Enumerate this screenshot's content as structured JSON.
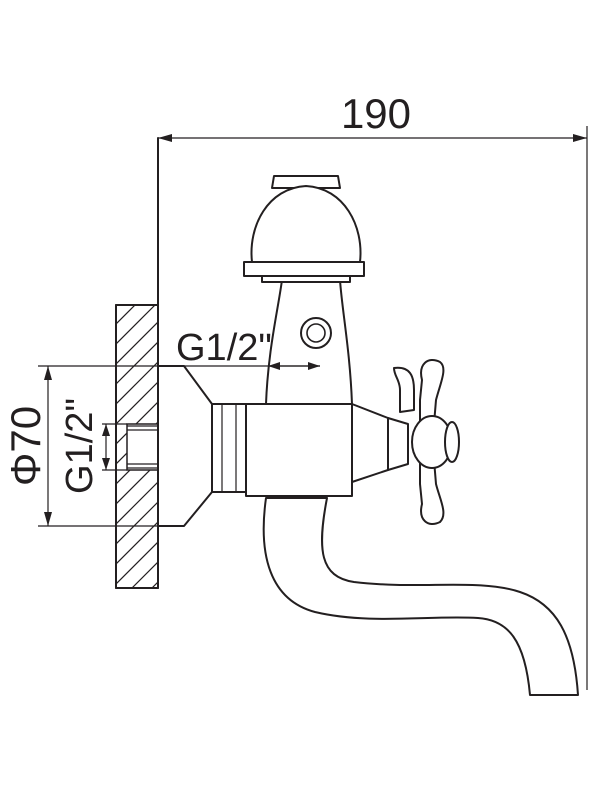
{
  "dimensions": {
    "overall_width": "190",
    "connection_thread": "G1/2\"",
    "flange_diameter": "Φ70",
    "inlet_thread": "G1/2\""
  }
}
